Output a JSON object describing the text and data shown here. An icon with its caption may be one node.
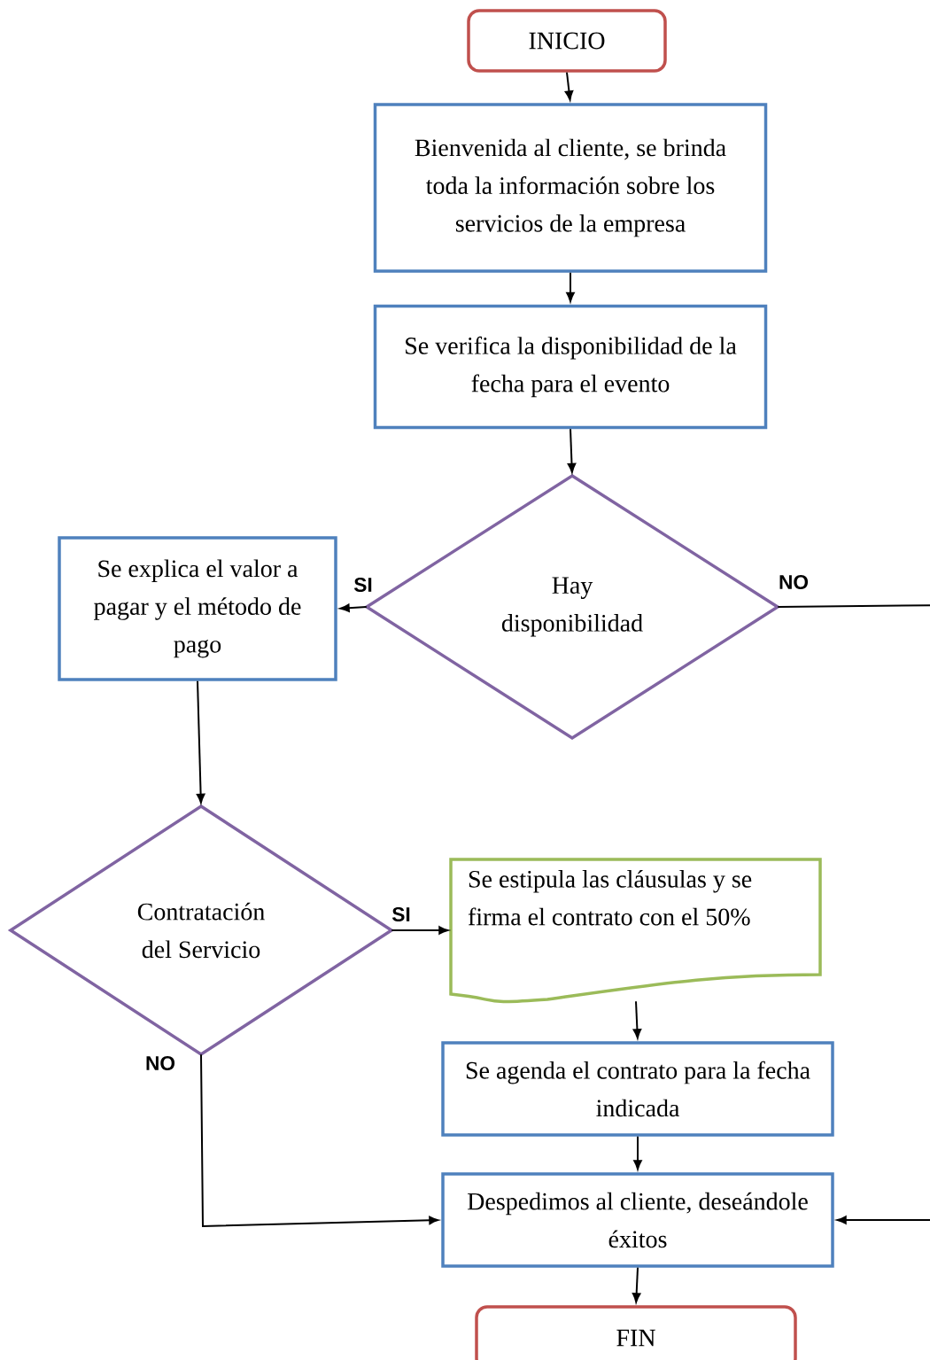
{
  "diagram": {
    "nodes": [
      {
        "text": [
          "INICIO"
        ]
      },
      {
        "text": [
          "Bienvenida al cliente, se brinda toda la información sobre los servicios de la empresa"
        ]
      },
      {
        "text": [
          "Se verifica la disponibilidad de la fecha para el evento"
        ]
      },
      {
        "text": [
          "Hay disponibilidad"
        ]
      },
      {
        "text": [
          "Se explica el valor a pagar y el método de pago"
        ]
      },
      {
        "text": [
          "Contratación del Servicio"
        ]
      },
      {
        "text": [
          "Se estipula las cláusulas y se firma el contrato con el 50%"
        ]
      },
      {
        "text": [
          "Se agenda el contrato para la fecha indicada"
        ]
      },
      {
        "text": [
          "Despedimos al cliente, deseándole éxitos"
        ]
      },
      {
        "text": [
          "FIN"
        ]
      }
    ],
    "edges": [
      {
        "from": 0,
        "to": 1,
        "arrow": "to"
      },
      {
        "from": 1,
        "to": 2,
        "arrow": "to"
      },
      {
        "from": 2,
        "to": 3,
        "arrow": "to"
      },
      {
        "from": 3,
        "to": 4,
        "arrow": "to",
        "label": "SI"
      },
      {
        "from": 3,
        "to": 8,
        "arrow": "to",
        "label": "NO"
      },
      {
        "from": 4,
        "to": 5,
        "arrow": "to"
      },
      {
        "from": 5,
        "to": 6,
        "arrow": "to",
        "label": "SI"
      },
      {
        "from": 5,
        "to": 8,
        "arrow": "to",
        "label": "NO"
      },
      {
        "from": 6,
        "to": 7,
        "arrow": "to"
      },
      {
        "from": 7,
        "to": 8,
        "arrow": "to"
      },
      {
        "from": 8,
        "to": 9,
        "arrow": "to"
      }
    ]
  }
}
